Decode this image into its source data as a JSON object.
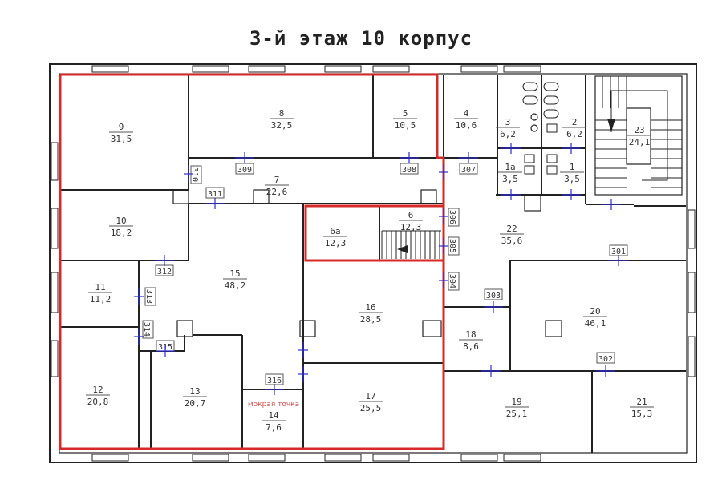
{
  "title": "3-й этаж 10 корпус",
  "note": "мокрая точка",
  "rooms": [
    {
      "id": "9",
      "area": "31,5"
    },
    {
      "id": "8",
      "area": "32,5"
    },
    {
      "id": "5",
      "area": "10,5"
    },
    {
      "id": "4",
      "area": "10,6"
    },
    {
      "id": "3",
      "area": "6,2"
    },
    {
      "id": "2",
      "area": "6,2"
    },
    {
      "id": "1а",
      "area": "3,5"
    },
    {
      "id": "1",
      "area": "3,5"
    },
    {
      "id": "23",
      "area": "24,1"
    },
    {
      "id": "7",
      "area": "22,6"
    },
    {
      "id": "10",
      "area": "18,2"
    },
    {
      "id": "6а",
      "area": "12,3"
    },
    {
      "id": "6",
      "area": "12,3"
    },
    {
      "id": "22",
      "area": "35,6"
    },
    {
      "id": "15",
      "area": "48,2"
    },
    {
      "id": "11",
      "area": "11,2"
    },
    {
      "id": "16",
      "area": "28,5"
    },
    {
      "id": "20",
      "area": "46,1"
    },
    {
      "id": "18",
      "area": "8,6"
    },
    {
      "id": "12",
      "area": "20,8"
    },
    {
      "id": "13",
      "area": "20,7"
    },
    {
      "id": "14",
      "area": "7,6"
    },
    {
      "id": "17",
      "area": "25,5"
    },
    {
      "id": "19",
      "area": "25,1"
    },
    {
      "id": "21",
      "area": "15,3"
    }
  ],
  "doors": [
    "309",
    "308",
    "307",
    "310",
    "311",
    "312",
    "313",
    "314",
    "315",
    "316",
    "306",
    "305",
    "304",
    "303",
    "301",
    "302"
  ],
  "colors": {
    "highlight": "#d42a2a",
    "door": "#2b2bd0"
  }
}
